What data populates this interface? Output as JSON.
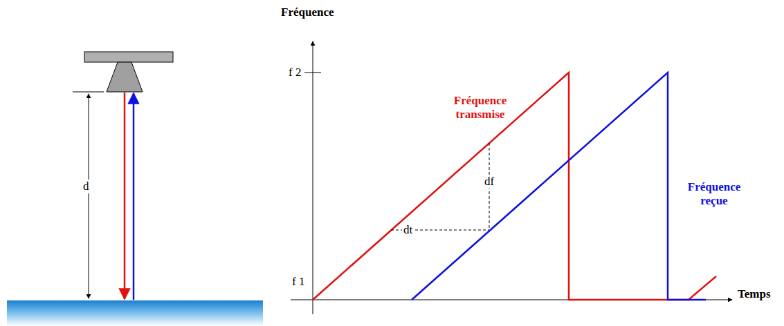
{
  "diagram": {
    "labels": [
      "d",
      "Fréquence",
      "f 2",
      "f 1",
      "Temps",
      "Fréquence transmise",
      "Fréquence reçue",
      "df",
      "dt"
    ]
  }
}
